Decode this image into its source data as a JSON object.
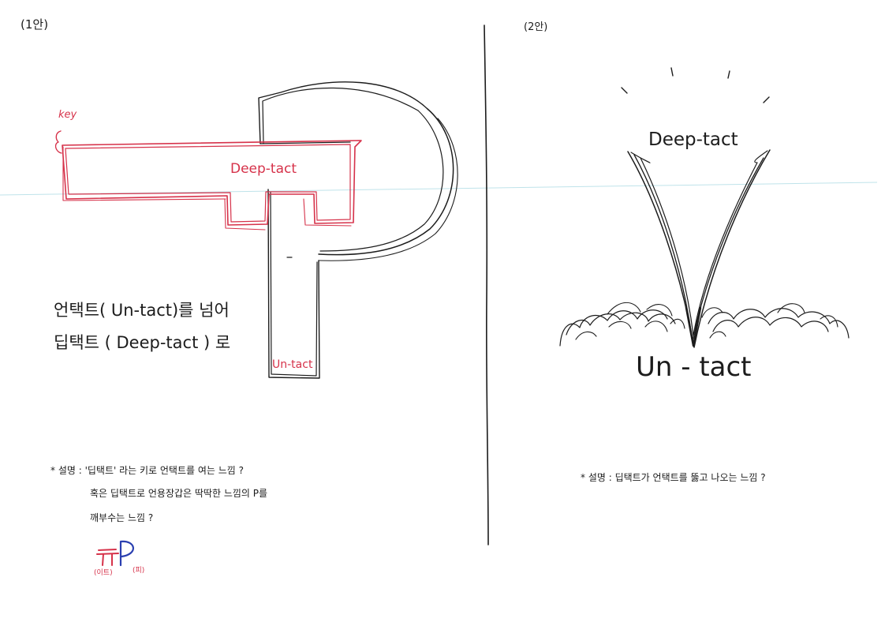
{
  "panel1": {
    "label": "(1안)",
    "key_label": "key",
    "deeptact_label": "Deep-tact",
    "untact_label": "Un-tact",
    "slogan_line1": "언택트( Un-tact)를 넘어",
    "slogan_line2": "딥택트 ( Deep-tact ) 로",
    "desc_line1": "* 설명 : '딥택트' 라는 키로 언택트를 여는 느낌 ?",
    "desc_line2": "혹은 딥택트로 언용장갑은 딱딱한 느낌의 P를",
    "desc_line3": "깨부수는 느낌 ?",
    "tp_left_caption": "(이트)",
    "tp_right_caption": "(피)"
  },
  "panel2": {
    "label": "(2안)",
    "deeptact_label": "Deep-tact",
    "untact_label": "Un - tact",
    "desc": "* 설명 : 딥택트가 언택트를 뚫고 나오는 느낌 ?"
  },
  "colors": {
    "ink": "#1c1c1c",
    "red": "#d6324a",
    "blue": "#2a3fb0",
    "guide": "#bfe3ea"
  }
}
